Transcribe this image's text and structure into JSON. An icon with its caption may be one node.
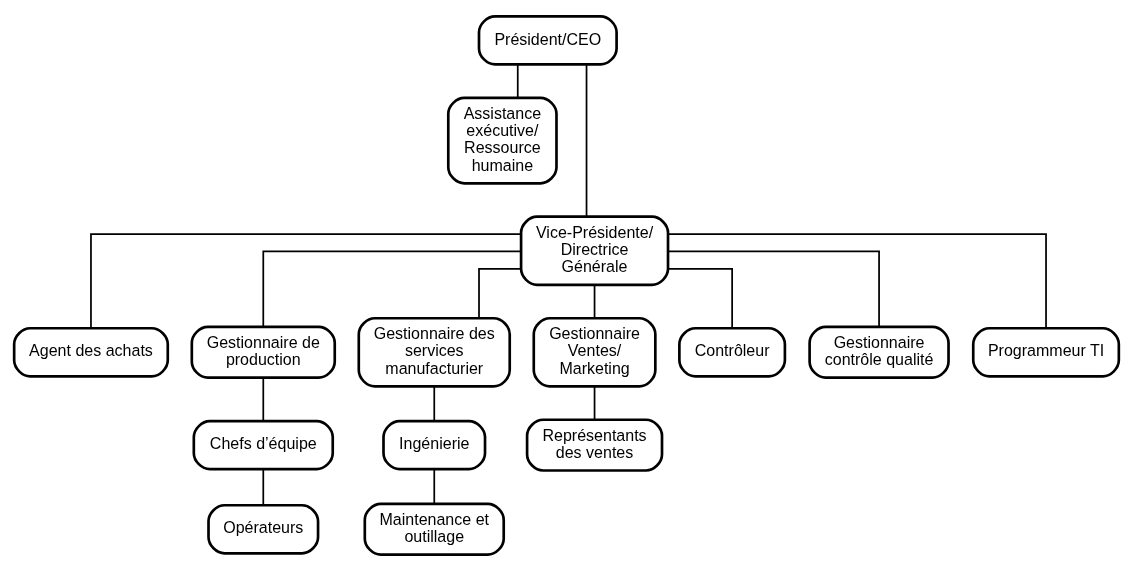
{
  "diagram": {
    "nodes": [
      {
        "text": [
          "Président/CEO"
        ]
      },
      {
        "text": [
          "Assistance exécutive/ Ressource humaine"
        ]
      },
      {
        "text": [
          "Vice-Présidente/ Directrice Générale"
        ]
      },
      {
        "text": [
          "Agent des achats"
        ]
      },
      {
        "text": [
          "Gestionnaire de production"
        ]
      },
      {
        "text": [
          "Gestionnaire des services manufacturier"
        ]
      },
      {
        "text": [
          "Gestionnaire Ventes/ Marketing"
        ]
      },
      {
        "text": [
          "Contrôleur"
        ]
      },
      {
        "text": [
          "Gestionnaire contrôle qualité"
        ]
      },
      {
        "text": [
          "Programmeur TI"
        ]
      },
      {
        "text": [
          "Chefs d’équipe"
        ]
      },
      {
        "text": [
          "Opérateurs"
        ]
      },
      {
        "text": [
          "Ingénierie"
        ]
      },
      {
        "text": [
          "Maintenance et outillage"
        ]
      },
      {
        "text": [
          "Représentants des ventes"
        ]
      }
    ],
    "edges": [
      {
        "from": 0,
        "to": 1,
        "arrow": "none"
      },
      {
        "from": 0,
        "to": 2,
        "arrow": "none"
      },
      {
        "from": 2,
        "to": 3,
        "arrow": "none"
      },
      {
        "from": 2,
        "to": 4,
        "arrow": "none"
      },
      {
        "from": 2,
        "to": 5,
        "arrow": "none"
      },
      {
        "from": 2,
        "to": 6,
        "arrow": "none"
      },
      {
        "from": 2,
        "to": 7,
        "arrow": "none"
      },
      {
        "from": 2,
        "to": 8,
        "arrow": "none"
      },
      {
        "from": 2,
        "to": 9,
        "arrow": "none"
      },
      {
        "from": 4,
        "to": 10,
        "arrow": "none"
      },
      {
        "from": 10,
        "to": 11,
        "arrow": "none"
      },
      {
        "from": 5,
        "to": 12,
        "arrow": "none"
      },
      {
        "from": 12,
        "to": 13,
        "arrow": "none"
      },
      {
        "from": 6,
        "to": 14,
        "arrow": "none"
      }
    ]
  }
}
